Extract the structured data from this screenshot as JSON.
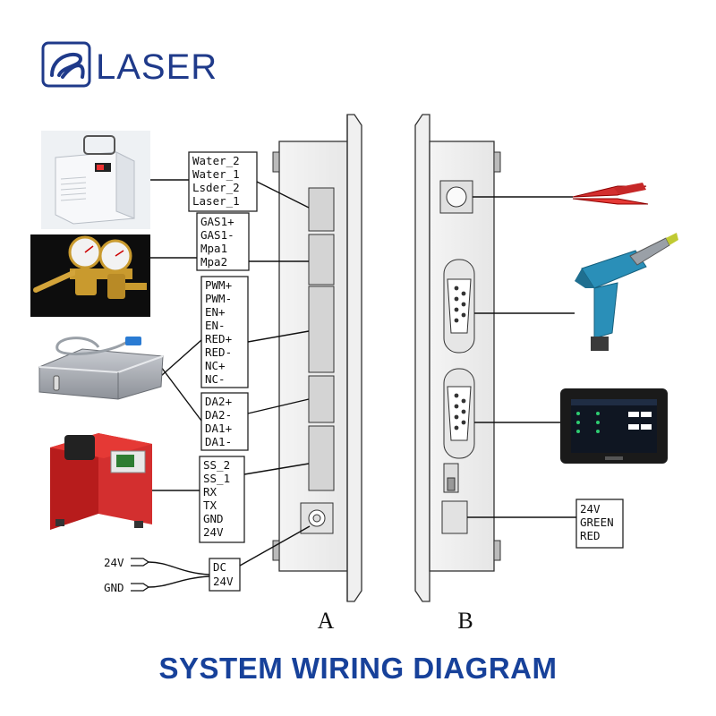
{
  "brand": {
    "name": "LASER",
    "color": "#1f3a8a"
  },
  "title": "SYSTEM WIRING DIAGRAM",
  "title_color": "#17419a",
  "panels": {
    "a_label": "A",
    "b_label": "B"
  },
  "terminal_blocks": {
    "water": [
      "Water_2",
      "Water_1",
      "Lsder_2",
      "Laser_1"
    ],
    "gas": [
      "GAS1+",
      "GAS1-",
      "Mpa1",
      "Mpa2"
    ],
    "pwm": [
      "PWM+",
      "PWM-",
      "EN+",
      "EN-",
      "RED+",
      "RED-",
      "NC+",
      "NC-"
    ],
    "da": [
      "DA2+",
      "DA2-",
      "DA1+",
      "DA1-"
    ],
    "serial": [
      "SS_2",
      "SS_1",
      "RX",
      "TX",
      "GND",
      "24V"
    ],
    "dc": [
      "DC",
      "24V"
    ],
    "led": [
      "24V",
      "GREEN",
      "RED"
    ]
  },
  "power_leads": {
    "v24": "24V",
    "gnd": "GND"
  },
  "devices": {
    "chiller": "chiller-unit-icon",
    "gas_regulator": "gas-regulator-icon",
    "laser_source": "laser-source-icon",
    "wire_feeder": "wire-feeder-icon",
    "ground_clamp": "ground-clamp-icon",
    "welding_gun": "welding-gun-icon",
    "touch_screen": "touch-screen-icon"
  }
}
